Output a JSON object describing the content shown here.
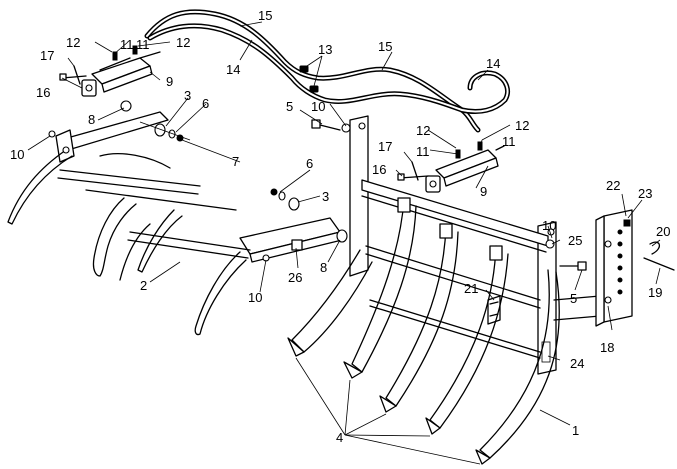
{
  "diagram": {
    "callouts": [
      {
        "id": "c1",
        "text": "1"
      },
      {
        "id": "c2",
        "text": "2"
      },
      {
        "id": "c3a",
        "text": "3"
      },
      {
        "id": "c3b",
        "text": "3"
      },
      {
        "id": "c4",
        "text": "4"
      },
      {
        "id": "c5a",
        "text": "5"
      },
      {
        "id": "c5b",
        "text": "5"
      },
      {
        "id": "c6a",
        "text": "6"
      },
      {
        "id": "c6b",
        "text": "6"
      },
      {
        "id": "c7",
        "text": "7"
      },
      {
        "id": "c8a",
        "text": "8"
      },
      {
        "id": "c8b",
        "text": "8"
      },
      {
        "id": "c9a",
        "text": "9"
      },
      {
        "id": "c9b",
        "text": "9"
      },
      {
        "id": "c10a",
        "text": "10"
      },
      {
        "id": "c10b",
        "text": "10"
      },
      {
        "id": "c10c",
        "text": "10"
      },
      {
        "id": "c10d",
        "text": "10"
      },
      {
        "id": "c11a",
        "text": "11"
      },
      {
        "id": "c11b",
        "text": "11"
      },
      {
        "id": "c11c",
        "text": "11"
      },
      {
        "id": "c11d",
        "text": "11"
      },
      {
        "id": "c12a",
        "text": "12"
      },
      {
        "id": "c12b",
        "text": "12"
      },
      {
        "id": "c12c",
        "text": "12"
      },
      {
        "id": "c12d",
        "text": "12"
      },
      {
        "id": "c13",
        "text": "13"
      },
      {
        "id": "c14a",
        "text": "14"
      },
      {
        "id": "c14b",
        "text": "14"
      },
      {
        "id": "c15a",
        "text": "15"
      },
      {
        "id": "c15b",
        "text": "15"
      },
      {
        "id": "c16a",
        "text": "16"
      },
      {
        "id": "c16b",
        "text": "16"
      },
      {
        "id": "c17a",
        "text": "17"
      },
      {
        "id": "c17b",
        "text": "17"
      },
      {
        "id": "c18",
        "text": "18"
      },
      {
        "id": "c19",
        "text": "19"
      },
      {
        "id": "c20",
        "text": "20"
      },
      {
        "id": "c21",
        "text": "21"
      },
      {
        "id": "c22",
        "text": "22"
      },
      {
        "id": "c23",
        "text": "23"
      },
      {
        "id": "c24",
        "text": "24"
      },
      {
        "id": "c25",
        "text": "25"
      },
      {
        "id": "c26",
        "text": "26"
      }
    ]
  }
}
